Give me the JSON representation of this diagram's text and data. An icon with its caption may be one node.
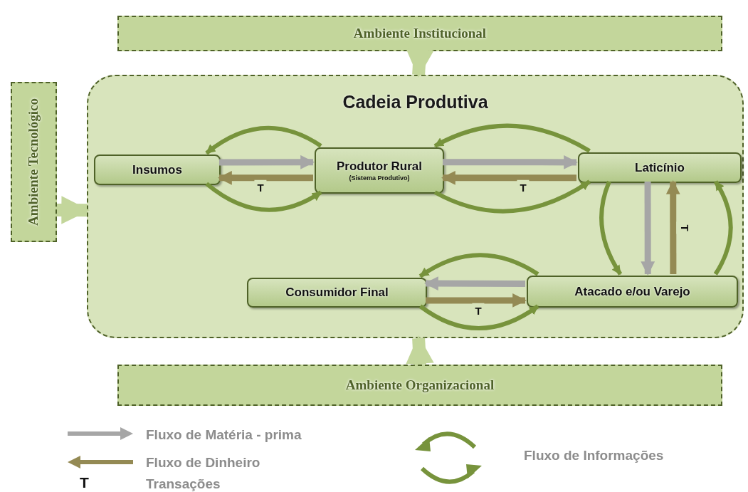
{
  "diagram": {
    "nodes": [
      {
        "text": [
          "Ambiente Institucional"
        ]
      },
      {
        "text": [
          "Ambiente Tecnológico"
        ]
      },
      {
        "text": [
          "Cadeia Produtiva"
        ]
      },
      {
        "text": [
          "Insumos"
        ],
        "in": 2
      },
      {
        "text": [
          "Produtor Rural",
          "(Sistema Produtivo)"
        ],
        "in": 2
      },
      {
        "text": [
          "Laticínio"
        ],
        "in": 2
      },
      {
        "text": [
          "Consumidor Final"
        ],
        "in": 2
      },
      {
        "text": [
          "Atacado e/ou Varejo"
        ],
        "in": 2
      },
      {
        "text": [
          "Ambiente Organizacional"
        ]
      }
    ],
    "edges": [
      {
        "from": 0,
        "to": 2,
        "arrow": "to",
        "style": "thick",
        "color": "#c3d69b"
      },
      {
        "from": 1,
        "to": 2,
        "arrow": "to",
        "style": "thick",
        "color": "#c3d69b"
      },
      {
        "from": 8,
        "to": 2,
        "arrow": "to",
        "style": "thick",
        "color": "#c3d69b"
      },
      {
        "from": 3,
        "to": 4,
        "arrow": "to",
        "color": "#a6a6a6"
      },
      {
        "from": 4,
        "to": 3,
        "arrow": "to",
        "color": "#948a54",
        "label": "T"
      },
      {
        "from": 4,
        "to": 3,
        "arrow": "to"
      },
      {
        "from": 3,
        "to": 4,
        "arrow": "to"
      },
      {
        "from": 4,
        "to": 5,
        "arrow": "to",
        "color": "#a6a6a6"
      },
      {
        "from": 5,
        "to": 4,
        "arrow": "to",
        "color": "#948a54",
        "label": "T"
      },
      {
        "from": 5,
        "to": 4,
        "arrow": "to"
      },
      {
        "from": 4,
        "to": 5,
        "arrow": "to"
      },
      {
        "from": 5,
        "to": 7,
        "arrow": "to",
        "color": "#a6a6a6"
      },
      {
        "from": 7,
        "to": 5,
        "arrow": "to",
        "color": "#948a54",
        "label": "T"
      },
      {
        "from": 5,
        "to": 7,
        "arrow": "to"
      },
      {
        "from": 7,
        "to": 5,
        "arrow": "to"
      },
      {
        "from": 7,
        "to": 6,
        "arrow": "to",
        "color": "#a6a6a6"
      },
      {
        "from": 6,
        "to": 7,
        "arrow": "to",
        "color": "#948a54",
        "label": "T"
      },
      {
        "from": 7,
        "to": 6,
        "arrow": "to"
      },
      {
        "from": 6,
        "to": 7,
        "arrow": "to"
      }
    ],
    "labels": [
      "T"
    ],
    "legend": [
      {
        "text": "Fluxo de Matéria - prima"
      },
      {
        "text": "Fluxo de Dinheiro"
      },
      {
        "text": "Transações"
      },
      {
        "text": "Fluxo de Informações"
      }
    ]
  }
}
